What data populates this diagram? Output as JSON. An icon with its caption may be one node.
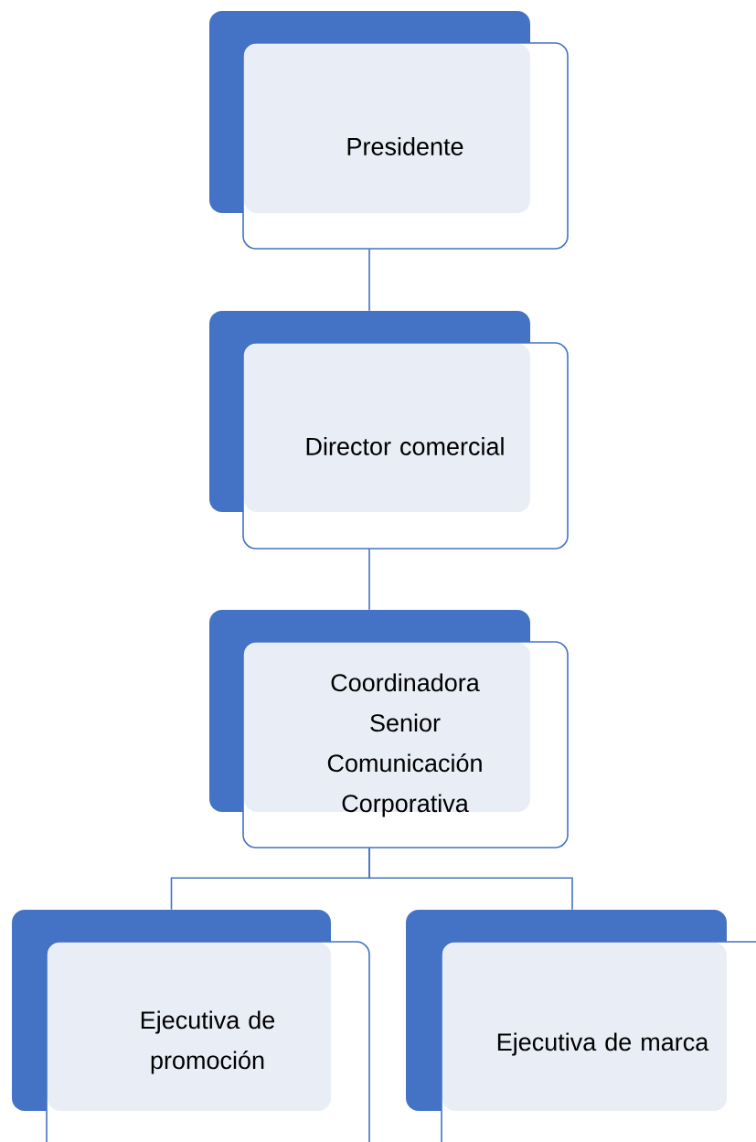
{
  "diagram": {
    "nodes": [
      {
        "text": [
          "Presidente"
        ]
      },
      {
        "text": [
          "Director comercial"
        ]
      },
      {
        "text": [
          "Coordinadora Senior Comunicación Corporativa"
        ]
      },
      {
        "text": [
          "Ejecutiva de promoción"
        ]
      },
      {
        "text": [
          "Ejecutiva de marca"
        ]
      }
    ],
    "edges": [
      {
        "from": 0,
        "to": 1,
        "arrow": "none"
      },
      {
        "from": 1,
        "to": 2,
        "arrow": "none"
      },
      {
        "from": 2,
        "to": 3,
        "arrow": "none"
      },
      {
        "from": 2,
        "to": 4,
        "arrow": "none"
      }
    ]
  }
}
